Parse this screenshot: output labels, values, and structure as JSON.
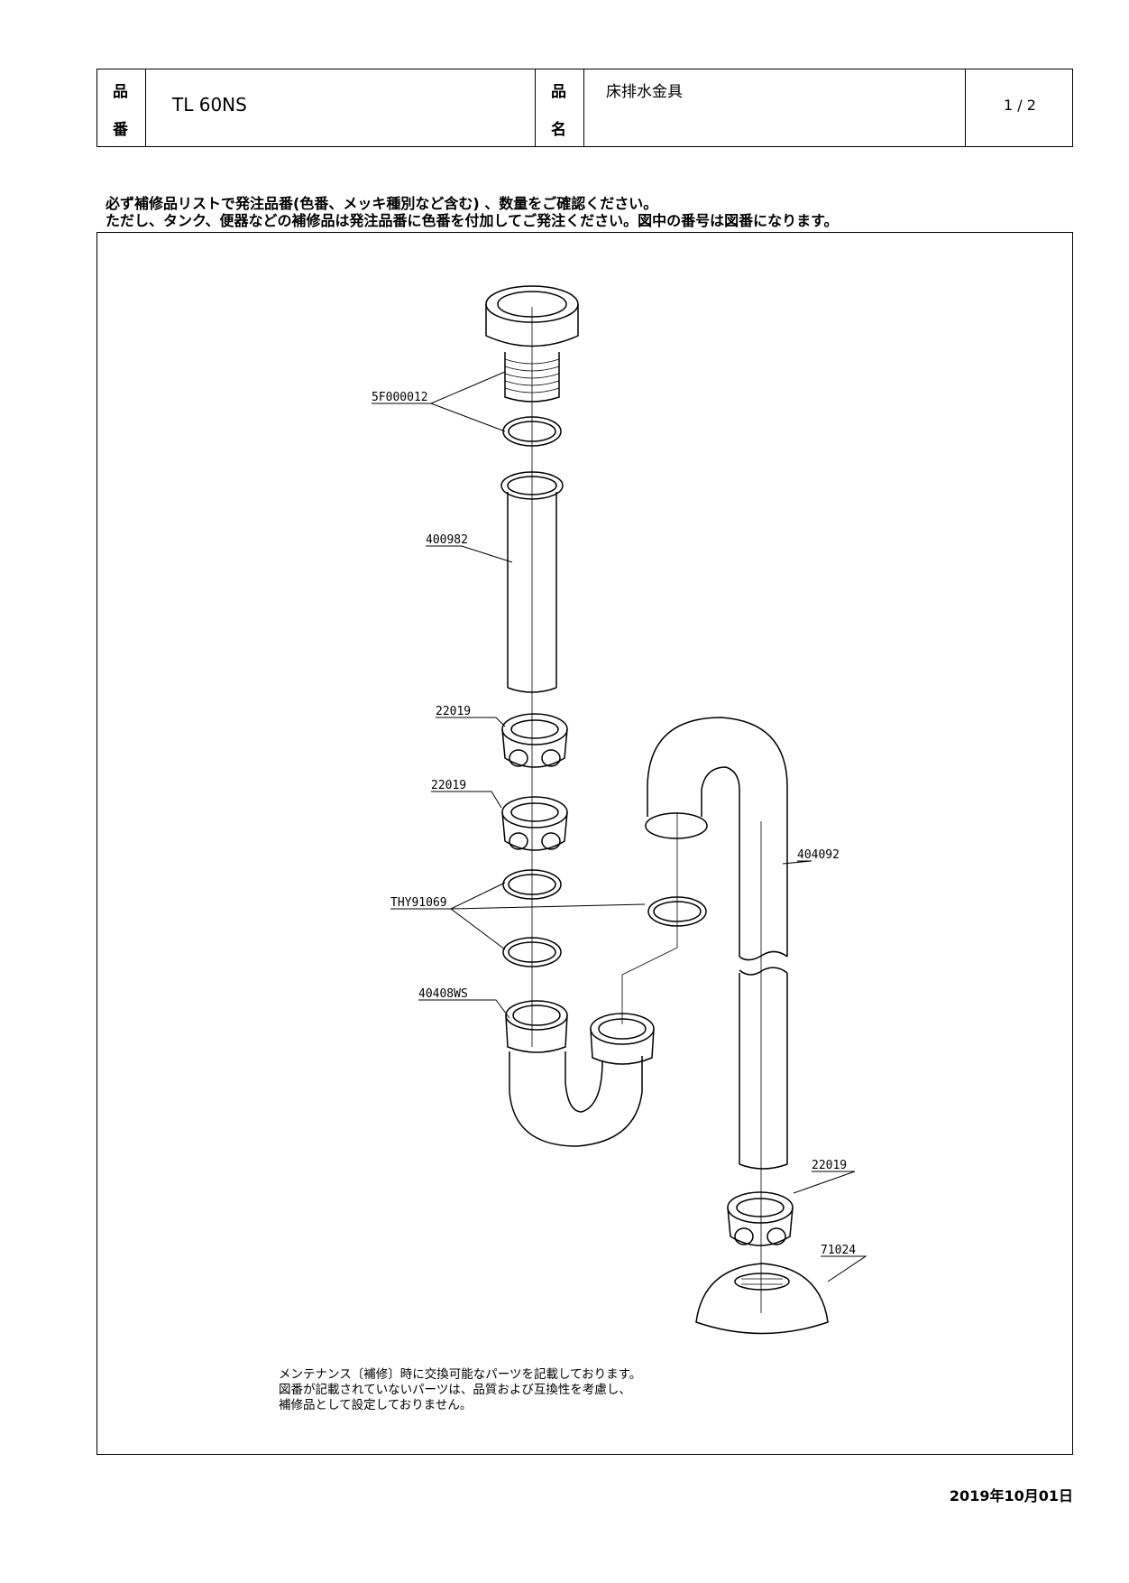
{
  "header": {
    "code_label_1": "品",
    "code_label_2": "番",
    "code_value": "TL 60NS",
    "name_label_1": "品",
    "name_label_2": "名",
    "name_value": "床排水金具",
    "page": "1 / 2"
  },
  "notes": {
    "line1": "必ず補修品リストで発注品番(色番、メッキ種別など含む) 、数量をご確認ください。",
    "line2": "ただし、タンク、便器などの補修品は発注品番に色番を付加してご発注ください。図中の番号は図番になります。"
  },
  "diagram": {
    "labels": {
      "flange": "5F000012",
      "tailpipe": "400982",
      "nut_upper": "22019",
      "nut_lower": "22019",
      "packing": "THY91069",
      "trap": "40408WS",
      "pipe": "404092",
      "nut_bottom": "22019",
      "cap": "71024"
    }
  },
  "footnote": {
    "line1": "メンテナンス〔補修〕時に交換可能なパーツを記載しております。",
    "line2": "図番が記載されていないパーツは、品質および互換性を考慮し、",
    "line3": "補修品として設定しておりません。"
  },
  "date": "2019年10月01日",
  "colors": {
    "line": "#000000",
    "background": "#ffffff"
  }
}
